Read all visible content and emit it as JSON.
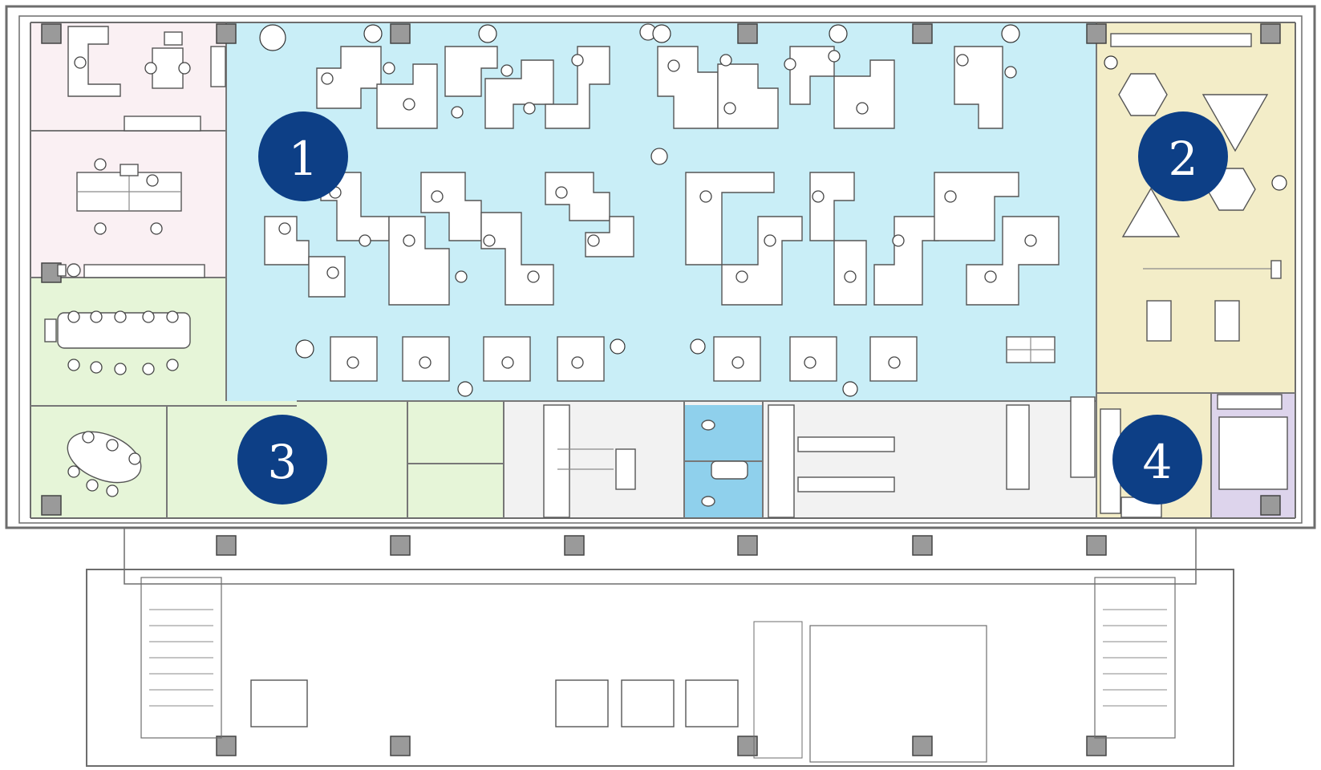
{
  "colors": {
    "zone_open_office": "#c9eef7",
    "zone_collab": "#f3edc8",
    "zone_meeting": "#e6f5d8",
    "zone_private": "#faf0f3",
    "zone_lounge": "#ddd4ec",
    "zone_restroom": "#8fd0ec",
    "zone_service": "#f2f2f2",
    "marker_fill": "#0d3f86",
    "marker_text": "#ffffff"
  },
  "markers": [
    {
      "id": "1",
      "label": "1"
    },
    {
      "id": "2",
      "label": "2"
    },
    {
      "id": "3",
      "label": "3"
    },
    {
      "id": "4",
      "label": "4"
    }
  ]
}
